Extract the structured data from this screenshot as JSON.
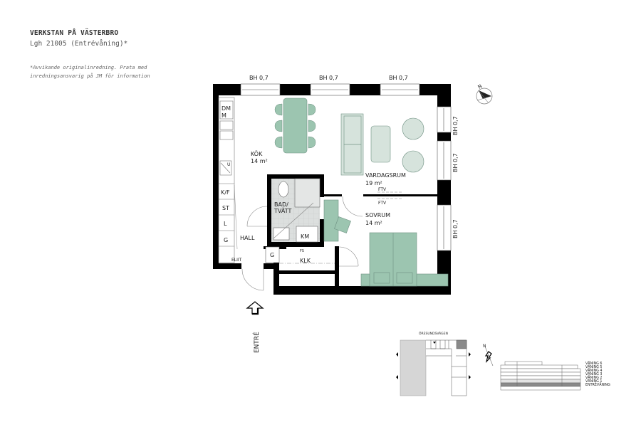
{
  "header": {
    "project": "VERKSTAN PÅ VÄSTERBRO",
    "unit": "Lgh 21005 (Entrévåning)*",
    "note_line1": "*Avvikande originalinredning. Prata med",
    "note_line2": "inredningsansvarig på JM för information"
  },
  "floorplan": {
    "windows_top": [
      "BH 0,7",
      "BH 0,7",
      "BH 0,7"
    ],
    "windows_right": [
      "BH 0,7",
      "BH 0,7",
      "BH 0,7"
    ],
    "rooms": {
      "kitchen": {
        "name": "KÖK",
        "area": "14 m²"
      },
      "living": {
        "name": "VARDAGSRUM",
        "area": "19 m²"
      },
      "bedroom": {
        "name": "SOVRUM",
        "area": "14 m²"
      },
      "bath": {
        "name_line1": "BAD/",
        "name_line2": "TVÄTT"
      },
      "hall": {
        "name": "HALL"
      },
      "closet": {
        "name": "KLK"
      }
    },
    "fixtures": {
      "dm": "DM",
      "m": "M",
      "u": "U",
      "kf": "K/F",
      "st": "ST",
      "l": "L",
      "g_hall": "G",
      "g_closet": "G",
      "km": "KM",
      "fs": "FS",
      "elit": "ELIIT",
      "ftv_top": "FTV",
      "ftv_bottom": "FTV"
    },
    "entrance_label": "ENTRÉ",
    "compass_label": "N"
  },
  "key_plan": {
    "street": "ÖRESUNDSVÄGEN",
    "north_label": "N",
    "highlight_color": "#8a8a8a"
  },
  "floors_legend": [
    "VÅNING 6",
    "VÅNING 5",
    "VÅNING 4",
    "VÅNING 3",
    "VÅNING 2",
    "VÅNING 1",
    "ENTRÉVÅNING"
  ],
  "colors": {
    "wall": "#000000",
    "furniture": "#9cc5b0",
    "furniture_light": "#d6e3dc",
    "tile": "#d9dcdb"
  }
}
